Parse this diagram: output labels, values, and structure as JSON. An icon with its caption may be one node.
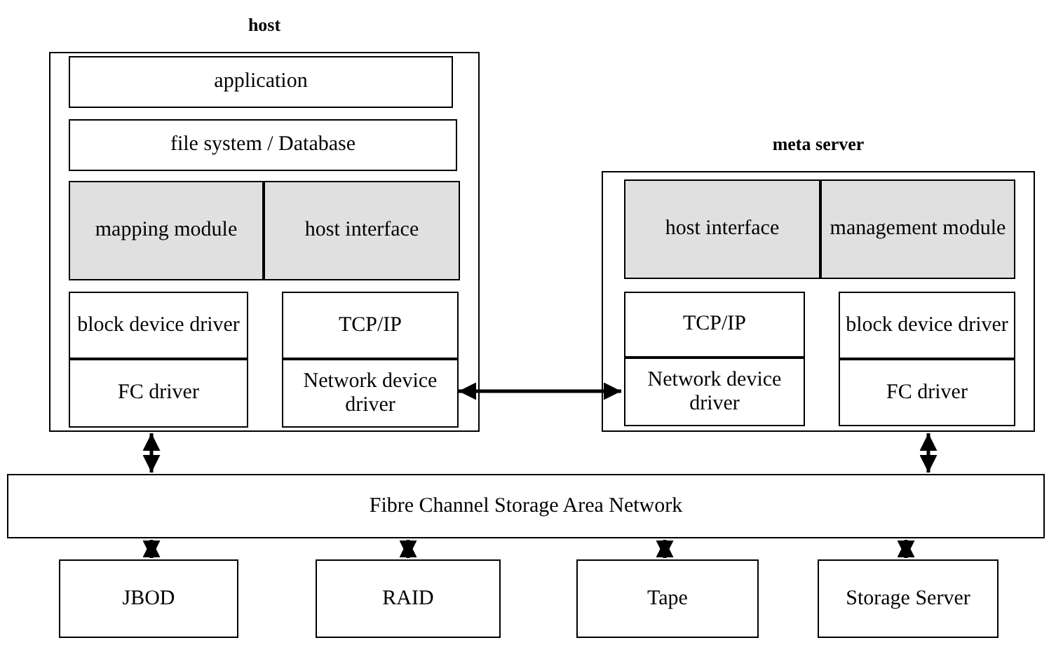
{
  "diagram": {
    "nodes": [
      {
        "text": [
          "host"
        ]
      },
      {
        "text": [
          "application"
        ],
        "in": 0
      },
      {
        "text": [
          "file system / Database"
        ],
        "in": 0
      },
      {
        "text": [
          "mapping module"
        ],
        "in": 0
      },
      {
        "text": [
          "host interface"
        ],
        "in": 0
      },
      {
        "text": [
          "block device driver"
        ],
        "in": 0
      },
      {
        "text": [
          "FC driver"
        ],
        "in": 0
      },
      {
        "text": [
          "TCP/IP"
        ],
        "in": 0
      },
      {
        "text": [
          "Network device driver"
        ],
        "in": 0
      },
      {
        "text": [
          "meta server"
        ]
      },
      {
        "text": [
          "host interface"
        ],
        "in": 9
      },
      {
        "text": [
          "management module"
        ],
        "in": 9
      },
      {
        "text": [
          "TCP/IP"
        ],
        "in": 9
      },
      {
        "text": [
          "Network device driver"
        ],
        "in": 9
      },
      {
        "text": [
          "block device driver"
        ],
        "in": 9
      },
      {
        "text": [
          "FC driver"
        ],
        "in": 9
      },
      {
        "text": [
          "Fibre Channel Storage Area Network"
        ]
      },
      {
        "text": [
          "JBOD"
        ]
      },
      {
        "text": [
          "RAID"
        ]
      },
      {
        "text": [
          "Tape"
        ]
      },
      {
        "text": [
          "Storage Server"
        ]
      }
    ],
    "edges": [
      {
        "from": 8,
        "to": 13,
        "arrow": "both"
      },
      {
        "from": 0,
        "to": 16,
        "arrow": "both"
      },
      {
        "from": 9,
        "to": 16,
        "arrow": "both"
      },
      {
        "from": 16,
        "to": 17,
        "arrow": "both"
      },
      {
        "from": 16,
        "to": 18,
        "arrow": "both"
      },
      {
        "from": 16,
        "to": 19,
        "arrow": "both"
      },
      {
        "from": 16,
        "to": 20,
        "arrow": "both"
      }
    ]
  }
}
